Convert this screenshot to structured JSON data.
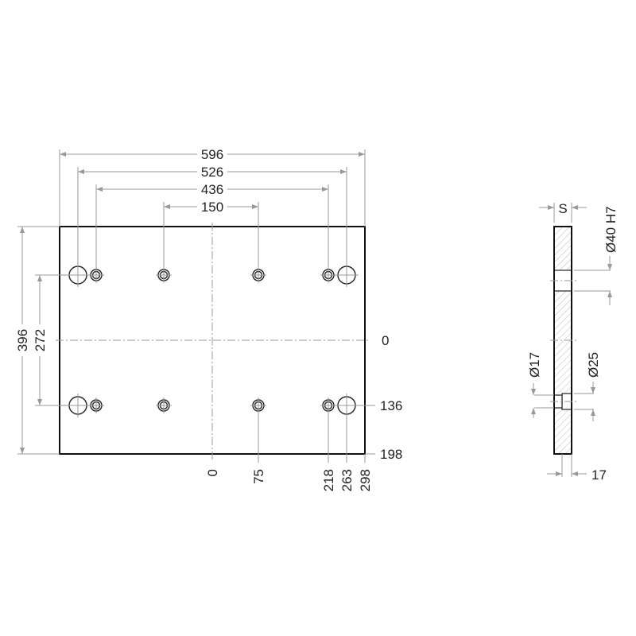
{
  "top_dims": {
    "d596": "596",
    "d526": "526",
    "d436": "436",
    "d150": "150"
  },
  "left_dims": {
    "d396": "396",
    "d272": "272"
  },
  "right_dims": {
    "d0": "0",
    "d136": "136",
    "d198": "198"
  },
  "bottom_dims": {
    "d0": "0",
    "d75": "75",
    "d218": "218",
    "d263": "263",
    "d298": "298"
  },
  "side_view": {
    "thickness": "S",
    "bore": "Ø40 H7",
    "through": "Ø17",
    "counterbore": "Ø25",
    "depth": "17"
  },
  "colors": {
    "outline": "#111111",
    "dimension": "#999999",
    "hatch": "#bbbbbb"
  }
}
